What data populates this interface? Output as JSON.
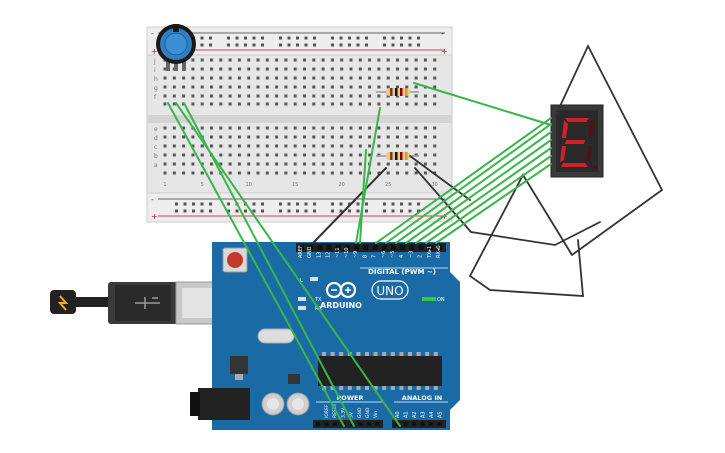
{
  "breadboard": {
    "rail_minus": "-",
    "rail_plus": "+",
    "row_letters_top": [
      "j",
      "i",
      "h",
      "g",
      "f"
    ],
    "row_letters_bottom": [
      "e",
      "d",
      "c",
      "b",
      "a"
    ],
    "column_numbers": [
      "1",
      "5",
      "10",
      "15",
      "20",
      "25",
      "30"
    ]
  },
  "components": {
    "potentiometer": "potentiometer",
    "resistor_1": "resistor",
    "resistor_2": "resistor",
    "seven_segment": {
      "digit": "E",
      "color": "#d4202a"
    }
  },
  "arduino": {
    "brand": "ARDUINO",
    "model": "UNO",
    "digital_label": "DIGITAL (PWM ~)",
    "digital_pins": [
      "AREF",
      "GND",
      "13",
      "12",
      "~11",
      "~10",
      "~9",
      "8",
      "7",
      "~6",
      "~5",
      "4",
      "~3",
      "2",
      "TX▸1",
      "RX◂0"
    ],
    "power_label": "POWER",
    "power_pins": [
      "IOREF",
      "RESET",
      "3.3V",
      "5V",
      "GND",
      "GND",
      "Vin"
    ],
    "analog_label": "ANALOG IN",
    "analog_pins": [
      "A0",
      "A1",
      "A2",
      "A3",
      "A4",
      "A5"
    ],
    "tx_label": "TX",
    "rx_label": "RX",
    "l_label": "L",
    "on_label": "ON",
    "board_color": "#1a6aa6"
  },
  "wire_colors": {
    "green": "#39b54a",
    "black": "#333333"
  }
}
